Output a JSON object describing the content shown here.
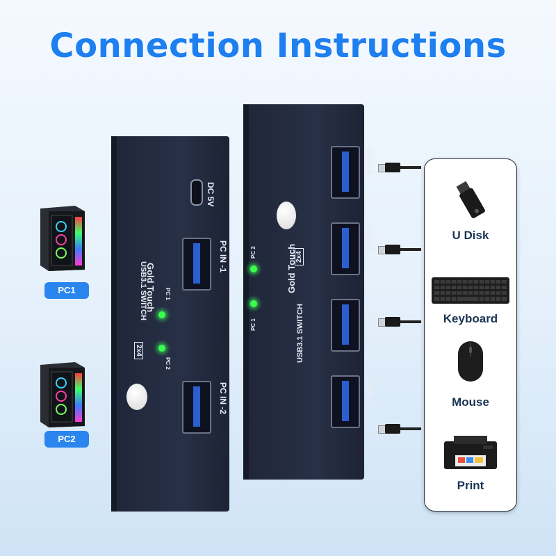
{
  "title": "Connection Instructions",
  "computers": [
    {
      "label": "PC1",
      "icon": "desktop-tower-icon"
    },
    {
      "label": "PC2",
      "icon": "desktop-tower-icon"
    }
  ],
  "left_switch": {
    "ports": [
      "DC 5V",
      "PC IN -1",
      "PC IN -2"
    ],
    "brand": "Gold Touch",
    "model": "USB3.1 SWITCH",
    "badge": "2x4",
    "leds": [
      "PC 1",
      "PC 2"
    ]
  },
  "right_switch": {
    "ports": [
      "USB-4",
      "USB-3",
      "USB-2",
      "USB-1"
    ],
    "brand": "Gold Touch",
    "model": "USB3.1 SWITCH",
    "badge": "2x4",
    "leds": [
      "PC 2",
      "PC 1"
    ]
  },
  "devices": [
    {
      "label": "U Disk",
      "icon": "usb-drive-icon"
    },
    {
      "label": "Keyboard",
      "icon": "keyboard-icon"
    },
    {
      "label": "Mouse",
      "icon": "mouse-icon"
    },
    {
      "label": "Print",
      "icon": "printer-icon"
    }
  ],
  "colors": {
    "title": "#1e7ff0",
    "tag": "#2a86ee",
    "led": "#39ff4f",
    "switch_body": "#232a3e"
  }
}
